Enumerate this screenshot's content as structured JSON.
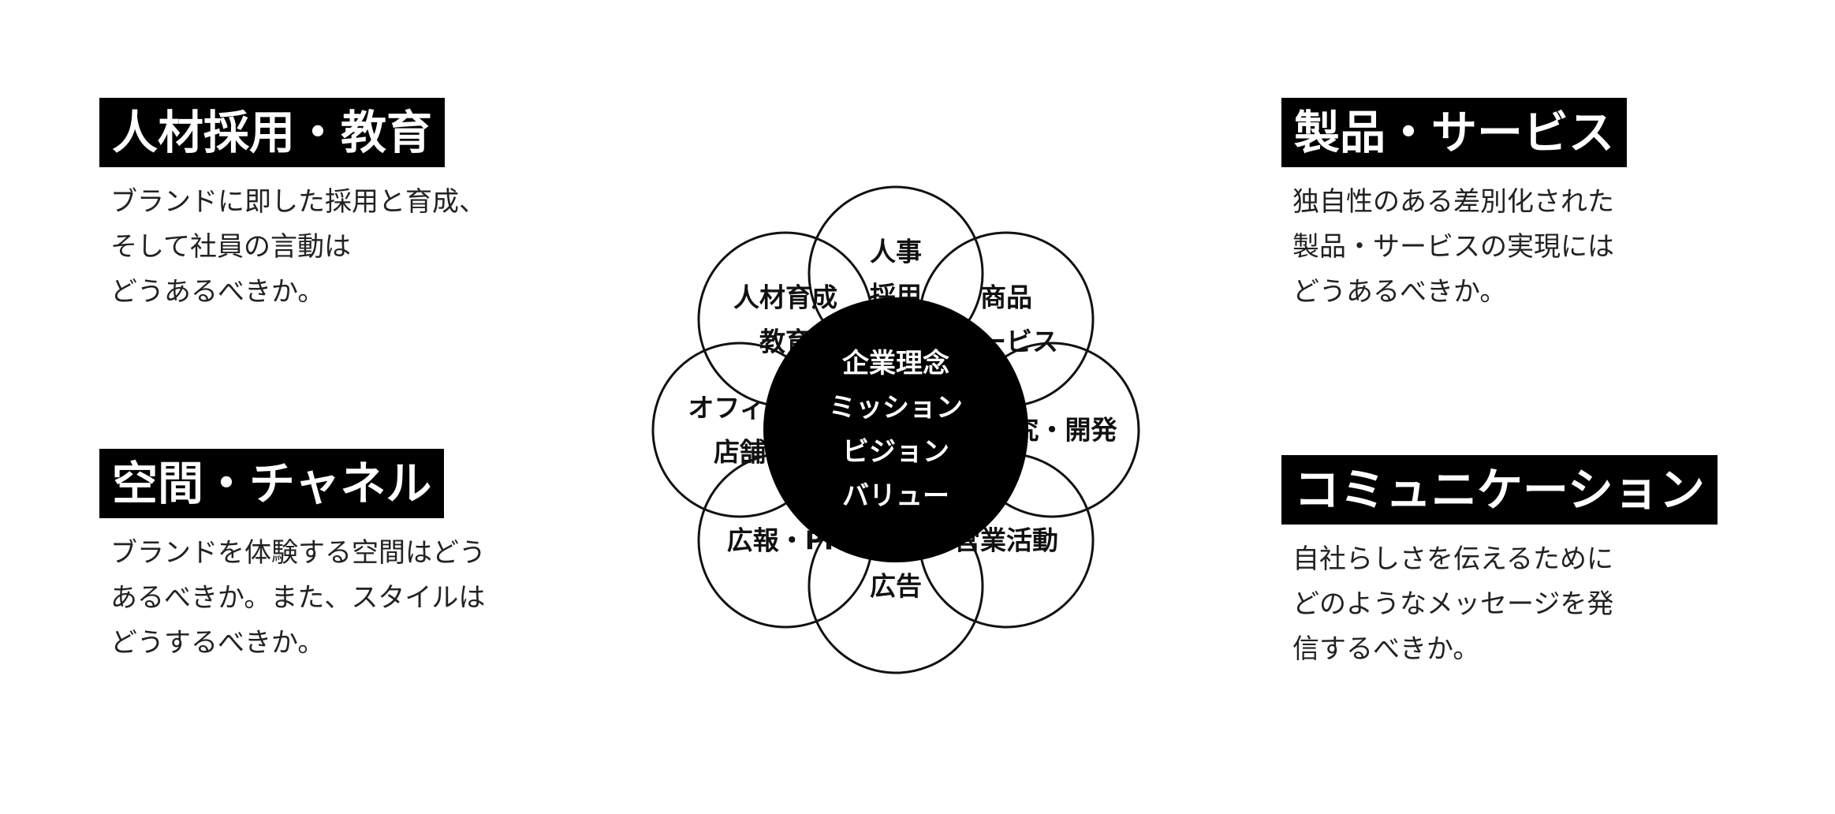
{
  "sections": {
    "top_left": {
      "heading": "人材採用・教育",
      "lines": [
        "ブランドに即した採用と育成、",
        "そして社員の言動は",
        "どうあるべきか。"
      ]
    },
    "bottom_left": {
      "heading": "空間・チャネル",
      "lines": [
        "ブランドを体験する空間はどう",
        "あるべきか。また、スタイルは",
        "どうするべきか。"
      ]
    },
    "top_right": {
      "heading": "製品・サービス",
      "lines": [
        "独自性のある差別化された",
        "製品・サービスの実現には",
        "どうあるべきか。"
      ]
    },
    "bottom_right": {
      "heading": "コミュニケーション",
      "lines": [
        "自社らしさを伝えるために",
        "どのようなメッセージを発",
        "信するべきか。"
      ]
    }
  },
  "diagram": {
    "center_lines": [
      "企業理念",
      "ミッション",
      "ビジョン",
      "バリュー"
    ],
    "petals": [
      {
        "id": "hr",
        "lines": [
          "人事",
          "採用"
        ]
      },
      {
        "id": "product",
        "lines": [
          "商品",
          "サービス"
        ]
      },
      {
        "id": "rnd",
        "lines": [
          "研究・開発"
        ]
      },
      {
        "id": "sales",
        "lines": [
          "営業活動"
        ]
      },
      {
        "id": "ad",
        "lines": [
          "広告"
        ]
      },
      {
        "id": "pr",
        "lines": [
          "広報・PR"
        ]
      },
      {
        "id": "office",
        "lines": [
          "オフィス",
          "店舗"
        ]
      },
      {
        "id": "training",
        "lines": [
          "人材育成",
          "教育"
        ]
      }
    ]
  }
}
